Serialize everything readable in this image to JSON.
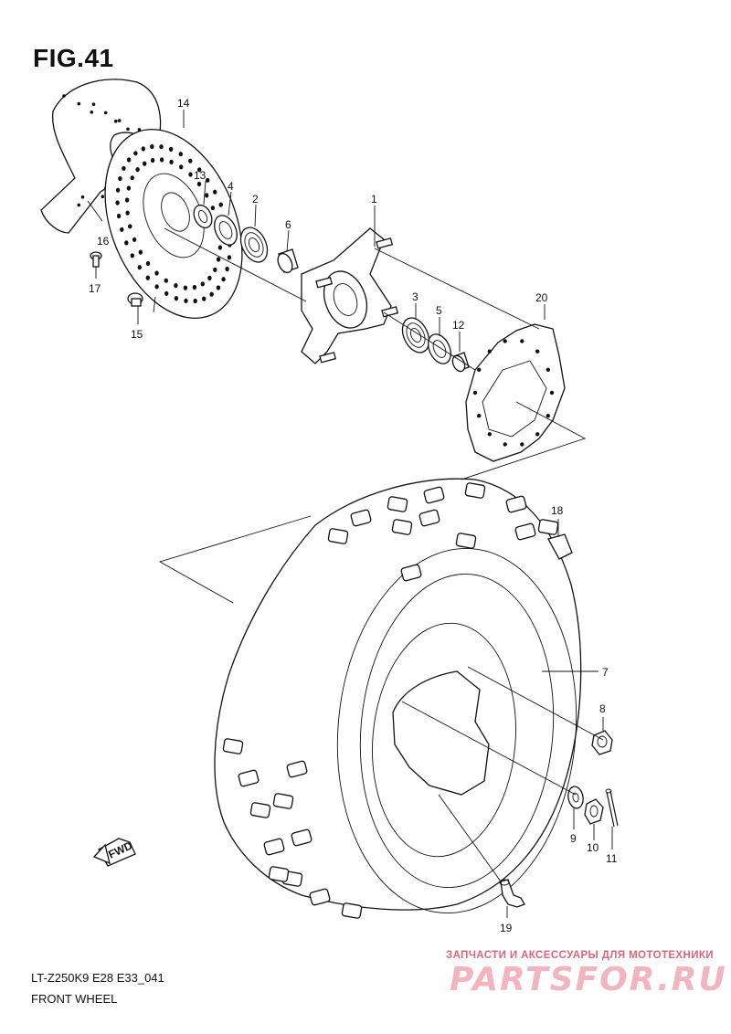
{
  "figure": {
    "title": "FIG.41",
    "code": "LT-Z250K9 E28 E33_041",
    "subtitle": "FRONT WHEEL",
    "fwd_label": "FWD"
  },
  "watermark": {
    "line1": "ЗАПЧАСТИ И АКСЕССУАРЫ ДЛЯ МОТОТЕХНИКИ",
    "line2": "PARTSFOR.RU"
  },
  "callouts": {
    "c1": "1",
    "c2": "2",
    "c3": "3",
    "c4": "4",
    "c5": "5",
    "c6": "6",
    "c7": "7",
    "c8": "8",
    "c9": "9",
    "c10": "10",
    "c11": "11",
    "c12": "12",
    "c13": "13",
    "c14": "14",
    "c15": "15",
    "c16": "16",
    "c17": "17",
    "c18": "18",
    "c19": "19",
    "c20": "20"
  }
}
